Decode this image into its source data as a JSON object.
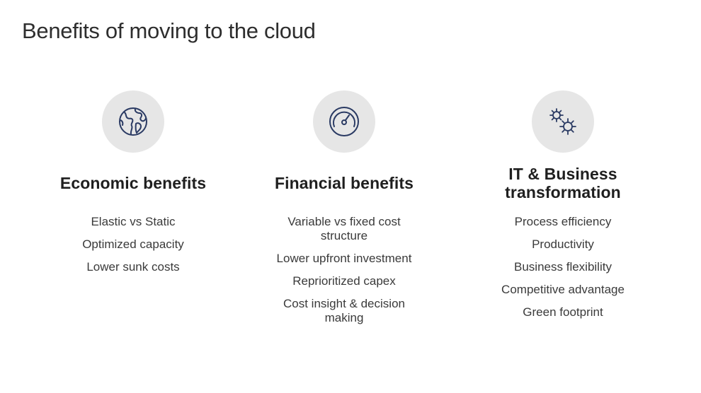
{
  "title": "Benefits of moving to the cloud",
  "colors": {
    "icon_circle": "#e6e6e6",
    "icon_stroke": "#2a3a63",
    "text": "#3a3a3a"
  },
  "columns": [
    {
      "icon": "globe-icon",
      "heading": "Economic benefits",
      "items": [
        "Elastic vs Static",
        "Optimized capacity",
        "Lower sunk costs"
      ]
    },
    {
      "icon": "gauge-icon",
      "heading": "Financial benefits",
      "items": [
        "Variable vs fixed cost structure",
        "Lower upfront investment",
        "Reprioritized capex",
        "Cost insight & decision making"
      ]
    },
    {
      "icon": "gears-icon",
      "heading": "IT & Business transformation",
      "items": [
        "Process efficiency",
        "Productivity",
        "Business flexibility",
        "Competitive advantage",
        "Green footprint"
      ]
    }
  ]
}
